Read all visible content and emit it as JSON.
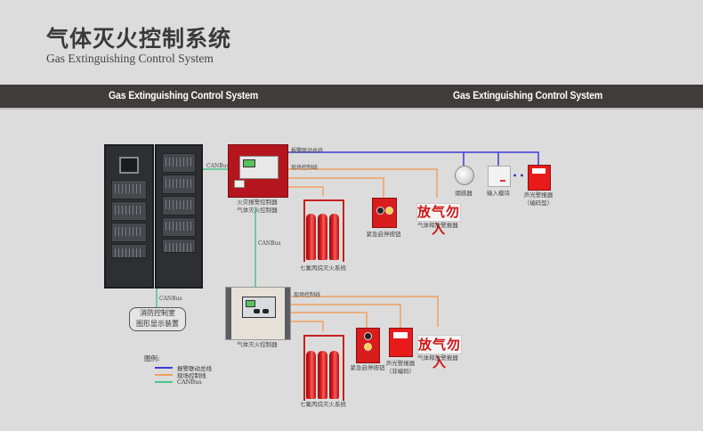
{
  "header": {
    "title_cn": "气体灭火控制系统",
    "title_en": "Gas Extinguishing Control System"
  },
  "band": {
    "left_label": "Gas Extinguishing Control System",
    "right_label": "Gas Extinguishing Control System"
  },
  "colors": {
    "alarm_bus": "#3b3bd6",
    "field_control": "#f0a060",
    "canbus": "#4cc48a",
    "accent_red": "#c81e1e",
    "band_bg": "#403c3b",
    "page_bg": "#dcdcdc"
  },
  "wires": {
    "alarm_bus_label": "报警联动总线",
    "field_control_label_top": "现场控制线",
    "field_control_label_bottom": "现场控制线",
    "canbus_label_main": "CANBus",
    "canbus_label_vertical": "CANBus",
    "canbus_label_display": "CANBus"
  },
  "devices": {
    "fire_alarm_controller": [
      "火灾报警控制器",
      "气体灭火控制器"
    ],
    "cylinders_top": "七氟丙烷灭火系统",
    "emergency_button_top": "紧急启停按钮",
    "release_sign_top": "放气勿入",
    "release_indicator_top": "气体释放警报器",
    "smoke_detector": "烟感器",
    "input_module": "输入模块",
    "ellipsis": "• • •",
    "sound_light_alarm_top": [
      "声光警报器",
      "（编码型）"
    ],
    "display_device": [
      "消防控制室",
      "图形显示装置"
    ],
    "gas_controller": "气体灭火控制器",
    "cylinders_bottom": "七氟丙烷灭火系统",
    "emergency_button_bottom": "紧急启停按钮",
    "sound_light_alarm_bottom": [
      "声光警报器",
      "（非编码）"
    ],
    "release_sign_bottom": "放气勿入",
    "release_indicator_bottom": "气体释放警报器"
  },
  "legend": {
    "title": "图例:",
    "items": [
      {
        "label": "报警联动总线",
        "color": "#3b3bd6"
      },
      {
        "label": "现场控制线",
        "color": "#f0a060"
      },
      {
        "label": "CANBus",
        "color": "#4cc48a"
      }
    ]
  }
}
